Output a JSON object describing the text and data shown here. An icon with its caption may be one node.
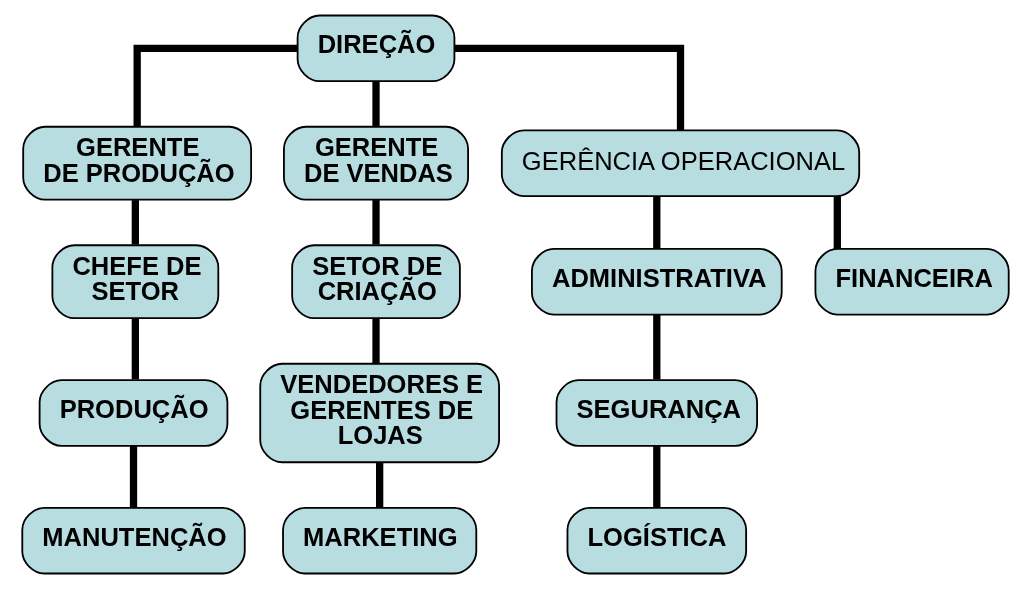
{
  "diagram": {
    "nodes": [
      {
        "text": [
          "DIREÇÃO"
        ]
      },
      {
        "text": [
          "GERENTE DE PRODUÇÃO"
        ]
      },
      {
        "text": [
          "GERENTE DE VENDAS"
        ]
      },
      {
        "text": [
          "GERÊNCIA OPERACIONAL"
        ]
      },
      {
        "text": [
          "CHEFE DE SETOR"
        ]
      },
      {
        "text": [
          "SETOR DE CRIAÇÃO"
        ]
      },
      {
        "text": [
          "ADMINISTRATIVA"
        ]
      },
      {
        "text": [
          "FINANCEIRA"
        ]
      },
      {
        "text": [
          "PRODUÇÃO"
        ]
      },
      {
        "text": [
          "VENDEDORES E GERENTES DE LOJAS"
        ]
      },
      {
        "text": [
          "SEGURANÇA"
        ]
      },
      {
        "text": [
          "MANUTENÇÃO"
        ]
      },
      {
        "text": [
          "MARKETING"
        ]
      },
      {
        "text": [
          "LOGÍSTICA"
        ]
      }
    ],
    "edges": [
      {
        "from": 0,
        "to": 1,
        "arrow": "none"
      },
      {
        "from": 0,
        "to": 2,
        "arrow": "none"
      },
      {
        "from": 0,
        "to": 3,
        "arrow": "none"
      },
      {
        "from": 1,
        "to": 4,
        "arrow": "none"
      },
      {
        "from": 2,
        "to": 5,
        "arrow": "none"
      },
      {
        "from": 3,
        "to": 6,
        "arrow": "none"
      },
      {
        "from": 3,
        "to": 7,
        "arrow": "none"
      },
      {
        "from": 4,
        "to": 8,
        "arrow": "none"
      },
      {
        "from": 5,
        "to": 9,
        "arrow": "none"
      },
      {
        "from": 6,
        "to": 10,
        "arrow": "none"
      },
      {
        "from": 8,
        "to": 11,
        "arrow": "none"
      },
      {
        "from": 9,
        "to": 12,
        "arrow": "none"
      },
      {
        "from": 10,
        "to": 13,
        "arrow": "none"
      }
    ]
  }
}
